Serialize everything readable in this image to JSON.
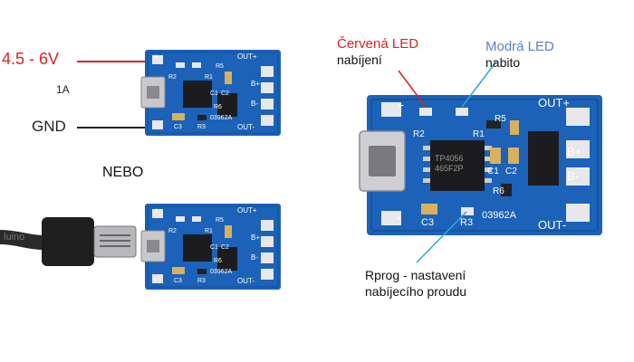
{
  "left_top": {
    "voltage_label": "4.5 -  6V",
    "current_label": "1A",
    "gnd_label": "GND",
    "board": {
      "plus": "+",
      "minus": "-",
      "out_plus": "OUT+",
      "out_minus": "OUT-",
      "b_plus": "B+",
      "b_minus": "B-",
      "r5": "R5",
      "r1": "R1",
      "r2": "R2",
      "r3": "R3",
      "r6": "R6",
      "c1": "C1",
      "c2": "C2",
      "c3": "C3",
      "part_no": "03962A"
    }
  },
  "divider_label": "NEBO",
  "left_bottom": {
    "cable_brand": "luino",
    "board": {
      "plus": "+",
      "minus": "-",
      "out_plus": "OUT+",
      "out_minus": "OUT-",
      "b_plus": "B+",
      "b_minus": "B-",
      "r5": "R5",
      "r1": "R1",
      "r2": "R2",
      "r3": "R3",
      "r6": "R6",
      "c1": "C1",
      "c2": "C2",
      "c3": "C3",
      "part_no": "03962A"
    }
  },
  "right": {
    "red_led_title": "Červená LED",
    "red_led_desc": "nabíjení",
    "blue_led_title": "Modrá LED",
    "blue_led_desc": "nabito",
    "rprog_line1": "Rprog - nastavení",
    "rprog_line2": "nabíjecího proudu",
    "board": {
      "plus": "+",
      "minus": "-",
      "out_plus": "OUT+",
      "out_minus": "OUT-",
      "b_plus": "B+",
      "b_minus": "B-",
      "r5": "R5",
      "r1": "R1",
      "r2": "R2",
      "r3": "R3",
      "r6": "R6",
      "c1": "C1",
      "c2": "C2",
      "c3": "C3",
      "part_no": "03962A",
      "chip_line1": "TP4056",
      "chip_line2": "465F2P"
    }
  },
  "colors": {
    "pcb": "#1b62b8",
    "pcb_dark": "#154f96",
    "pad": "#e8e8ea",
    "chip": "#1c1c1e",
    "red_label": "#e02020",
    "blue_label": "#5b7fd0",
    "pointer_line": "#2aa8e0"
  }
}
